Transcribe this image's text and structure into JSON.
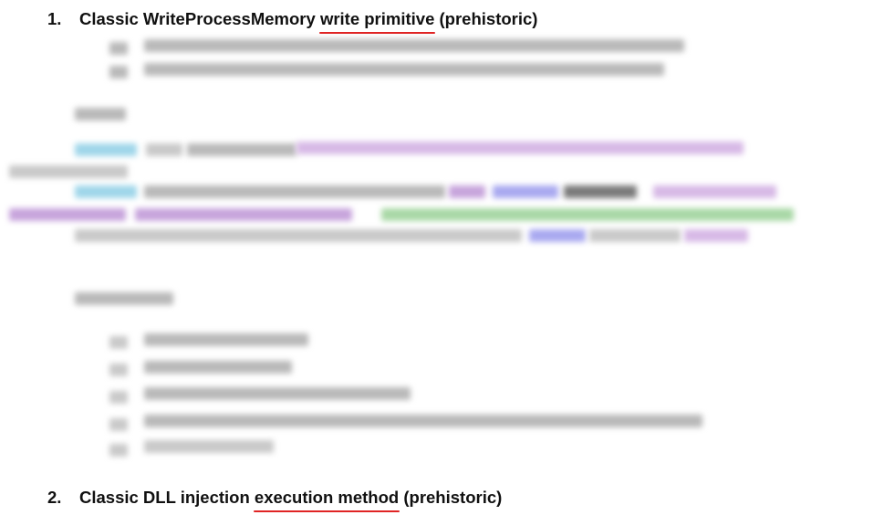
{
  "items": [
    {
      "number": "1.",
      "pre": "Classic WriteProcessMemory ",
      "emphasis": "write primitive",
      "post": " (prehistoric)"
    },
    {
      "number": "2.",
      "pre": "Classic DLL injection ",
      "emphasis": "execution method",
      "post": " (prehistoric)"
    }
  ],
  "colors": {
    "text": "#111111",
    "underline": "#e02424",
    "background": "#ffffff"
  }
}
